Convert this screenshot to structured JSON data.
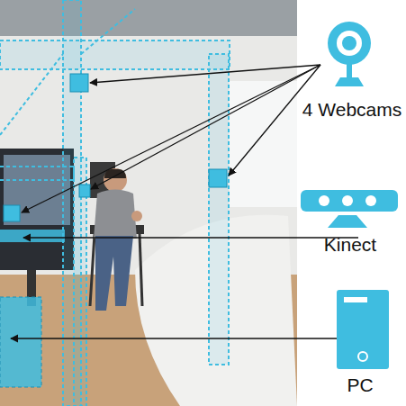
{
  "diagram": {
    "nodes": [
      {
        "text": [
          "4 Webcams"
        ]
      },
      {
        "text": [
          "Kinect"
        ]
      },
      {
        "text": [
          "PC"
        ]
      }
    ]
  }
}
